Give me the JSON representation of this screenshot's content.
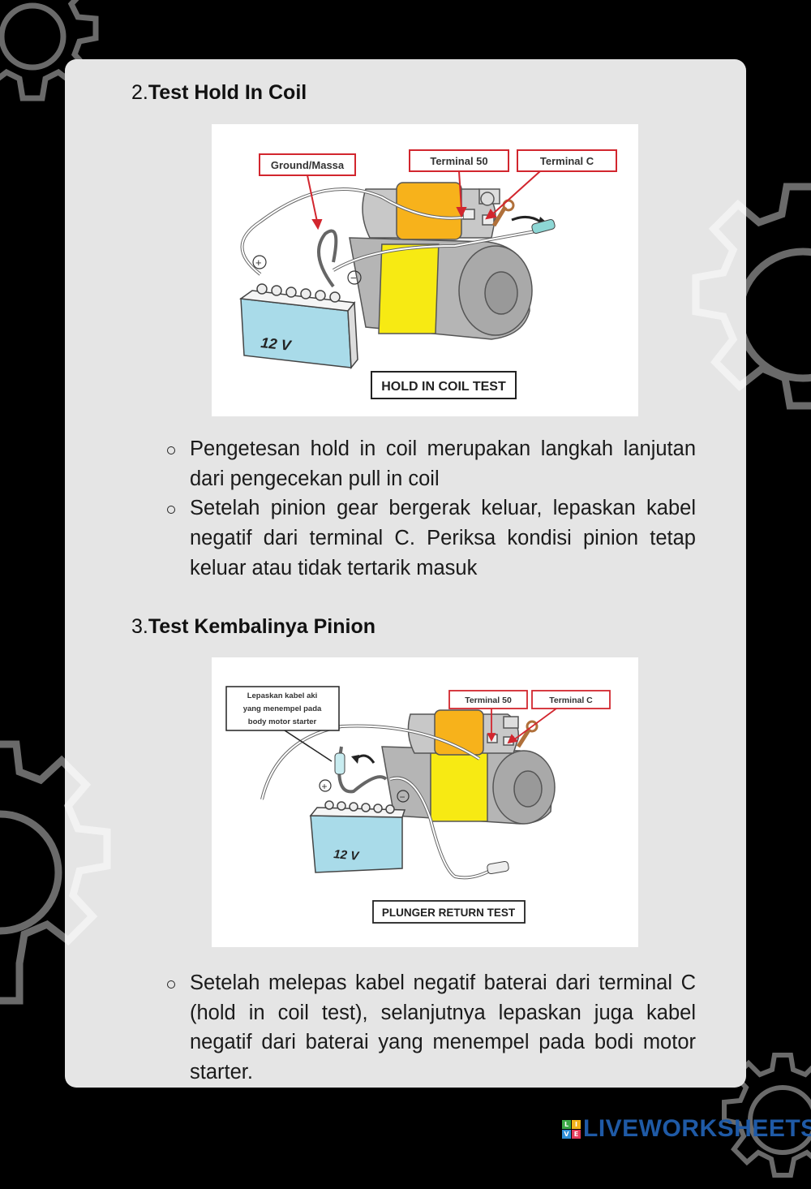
{
  "sections": [
    {
      "number": "2.",
      "title": "Test Hold In Coil",
      "figure": {
        "labels": {
          "ground": "Ground/Massa",
          "terminal50": "Terminal 50",
          "terminalC": "Terminal C",
          "battery": "12 V",
          "caption": "HOLD IN COIL TEST",
          "plus": "+",
          "minus": "−"
        }
      },
      "bullets": [
        "Pengetesan hold in coil merupakan langkah lanjutan dari pengecekan pull in coil",
        "Setelah pinion gear bergerak keluar, lepaskan kabel negatif dari terminal C. Periksa kondisi pinion tetap keluar atau tidak tertarik masuk"
      ]
    },
    {
      "number": "3.",
      "title": "Test Kembalinya Pinion",
      "figure": {
        "labels": {
          "note_line1": "Lepaskan kabel aki",
          "note_line2": "yang menempel pada",
          "note_line3": "body motor starter",
          "terminal50": "Terminal 50",
          "terminalC": "Terminal C",
          "battery": "12 V",
          "caption": "PLUNGER RETURN TEST",
          "plus": "+",
          "minus": "−"
        }
      },
      "bullets": [
        "Setelah melepas kabel negatif baterai dari terminal C (hold in coil test), selanjutnya lepaskan juga kabel negatif dari baterai yang menempel pada bodi motor starter."
      ]
    }
  ],
  "watermark": {
    "tiles": [
      "L",
      "I",
      "V",
      "E"
    ],
    "tile_colors": [
      "#3aa845",
      "#f2b31b",
      "#2f8fd8",
      "#e23b5b"
    ],
    "text": "LIVEWORKSHEETS",
    "color": "#1f5aa6"
  },
  "colors": {
    "background": "#000000",
    "card": "#e5e5e5",
    "gear_outline": "#6a6a6a",
    "label_border": "#d2262e",
    "battery": "#a9dbe9",
    "solenoid": "#f7b21b",
    "motor_band": "#f7ea13"
  }
}
